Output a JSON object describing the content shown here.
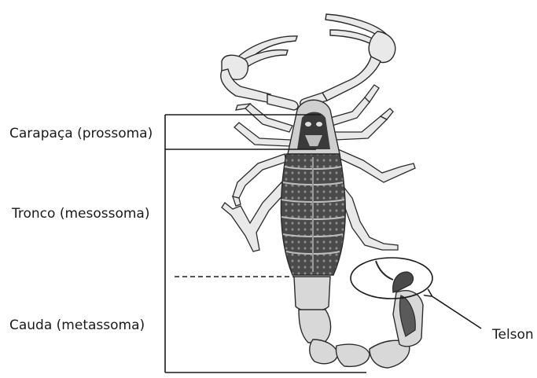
{
  "labels": {
    "carapace": "Carapaça (prossoma)",
    "trunk": "Tronco (mesossoma)",
    "tail": "Cauda (metassoma)",
    "telson": "Telson"
  },
  "colors": {
    "outline": "#2b2b2b",
    "body_dark": "#3a3a3a",
    "body_light": "#cfcfcf",
    "limb_fill": "#e9e9e9",
    "text": "#1a1a1a"
  },
  "illustration": "scorpion-drawing"
}
